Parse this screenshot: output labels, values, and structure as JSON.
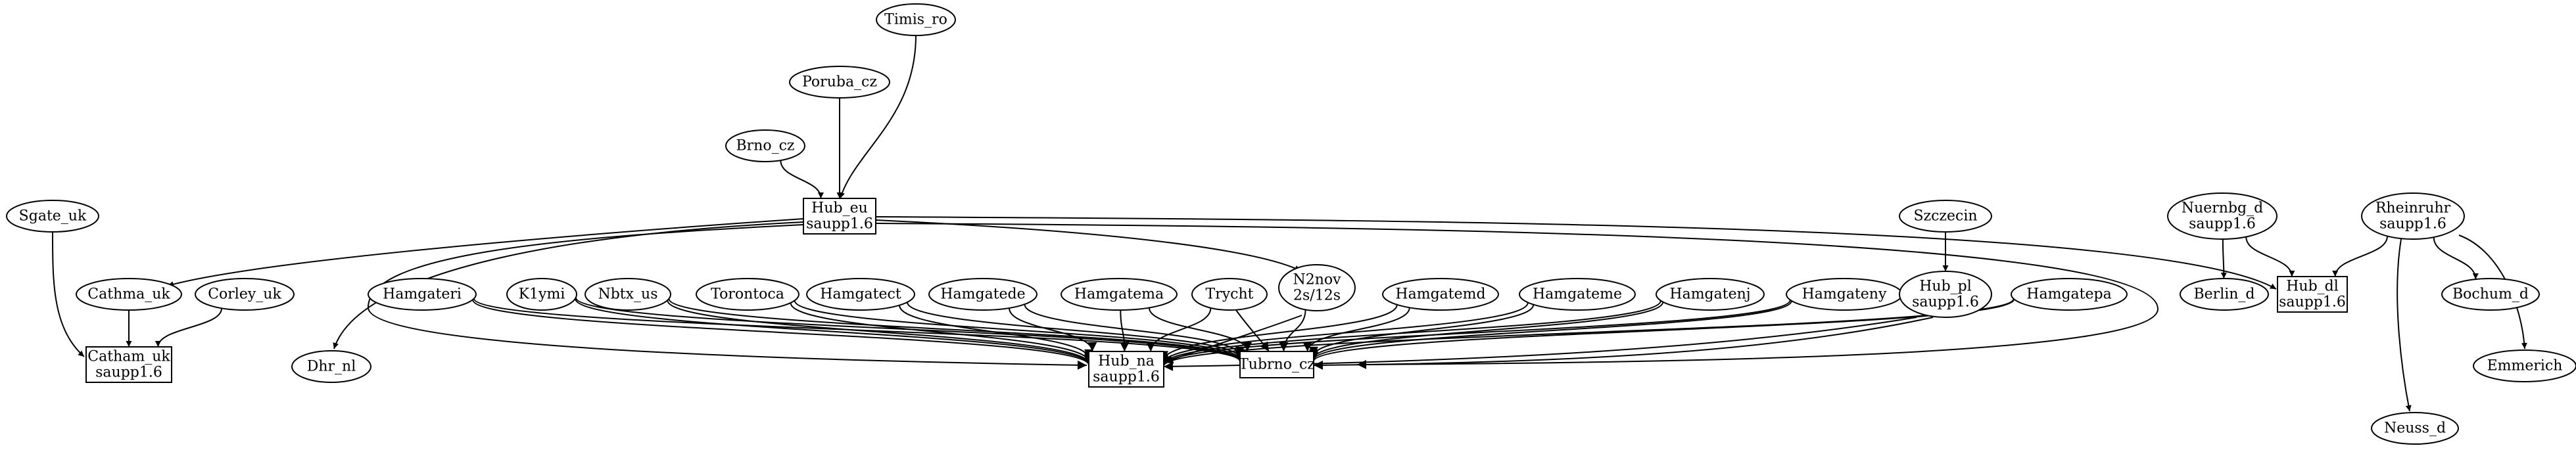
{
  "nodes": {
    "timis_ro": {
      "lines": [
        "Timis_ro"
      ],
      "shape": "ellipse"
    },
    "poruba_cz": {
      "lines": [
        "Poruba_cz"
      ],
      "shape": "ellipse"
    },
    "brno_cz": {
      "lines": [
        "Brno_cz"
      ],
      "shape": "ellipse"
    },
    "hub_eu": {
      "lines": [
        "Hub_eu",
        "saupp1.6"
      ],
      "shape": "box"
    },
    "sgate_uk": {
      "lines": [
        "Sgate_uk"
      ],
      "shape": "ellipse"
    },
    "cathma_uk": {
      "lines": [
        "Cathma_uk"
      ],
      "shape": "ellipse"
    },
    "corley_uk": {
      "lines": [
        "Corley_uk"
      ],
      "shape": "ellipse"
    },
    "catham_uk": {
      "lines": [
        "Catham_uk",
        "saupp1.6"
      ],
      "shape": "box"
    },
    "dhr_nl": {
      "lines": [
        "Dhr_nl"
      ],
      "shape": "ellipse"
    },
    "hamgateri": {
      "lines": [
        "Hamgateri"
      ],
      "shape": "ellipse"
    },
    "k1ymi": {
      "lines": [
        "K1ymi"
      ],
      "shape": "ellipse"
    },
    "nbtx_us": {
      "lines": [
        "Nbtx_us"
      ],
      "shape": "ellipse"
    },
    "torontoca": {
      "lines": [
        "Torontoca"
      ],
      "shape": "ellipse"
    },
    "hamgatect": {
      "lines": [
        "Hamgatect"
      ],
      "shape": "ellipse"
    },
    "hamgatede": {
      "lines": [
        "Hamgatede"
      ],
      "shape": "ellipse"
    },
    "hamgatema": {
      "lines": [
        "Hamgatema"
      ],
      "shape": "ellipse"
    },
    "trycht": {
      "lines": [
        "Trycht"
      ],
      "shape": "ellipse"
    },
    "n2nov": {
      "lines": [
        "N2nov",
        "2s/12s"
      ],
      "shape": "ellipse"
    },
    "hamgatemd": {
      "lines": [
        "Hamgatemd"
      ],
      "shape": "ellipse"
    },
    "hamgateme": {
      "lines": [
        "Hamgateme"
      ],
      "shape": "ellipse"
    },
    "hamgatenj": {
      "lines": [
        "Hamgatenj"
      ],
      "shape": "ellipse"
    },
    "hamgateny": {
      "lines": [
        "Hamgateny"
      ],
      "shape": "ellipse"
    },
    "szczecin": {
      "lines": [
        "Szczecin"
      ],
      "shape": "ellipse"
    },
    "hub_pl": {
      "lines": [
        "Hub_pl",
        "saupp1.6"
      ],
      "shape": "ellipse"
    },
    "hamgatepa": {
      "lines": [
        "Hamgatepa"
      ],
      "shape": "ellipse"
    },
    "hub_na": {
      "lines": [
        "Hub_na",
        "saupp1.6"
      ],
      "shape": "box"
    },
    "tubrno_cz": {
      "lines": [
        "Tubrno_cz"
      ],
      "shape": "box"
    },
    "nuernbg_d": {
      "lines": [
        "Nuernbg_d",
        "saupp1.6"
      ],
      "shape": "ellipse"
    },
    "berlin_d": {
      "lines": [
        "Berlin_d"
      ],
      "shape": "ellipse"
    },
    "hub_dl": {
      "lines": [
        "Hub_dl",
        "saupp1.6"
      ],
      "shape": "box"
    },
    "rheinruhr": {
      "lines": [
        "Rheinruhr",
        "saupp1.6"
      ],
      "shape": "ellipse"
    },
    "bochum_d": {
      "lines": [
        "Bochum_d"
      ],
      "shape": "ellipse"
    },
    "emmerich": {
      "lines": [
        "Emmerich"
      ],
      "shape": "ellipse"
    },
    "neuss_d": {
      "lines": [
        "Neuss_d"
      ],
      "shape": "ellipse"
    }
  },
  "edges": [
    {
      "from": "timis_ro",
      "to": "hub_eu"
    },
    {
      "from": "poruba_cz",
      "to": "hub_eu"
    },
    {
      "from": "brno_cz",
      "to": "hub_eu"
    },
    {
      "from": "hub_eu",
      "to": "cathma_uk"
    },
    {
      "from": "hub_eu",
      "to": "dhr_nl"
    },
    {
      "from": "hub_eu",
      "to": "n2nov"
    },
    {
      "from": "hub_eu",
      "to": "hub_na"
    },
    {
      "from": "hub_eu",
      "to": "tubrno_cz"
    },
    {
      "from": "hub_eu",
      "to": "hub_dl"
    },
    {
      "from": "sgate_uk",
      "to": "catham_uk"
    },
    {
      "from": "cathma_uk",
      "to": "catham_uk"
    },
    {
      "from": "corley_uk",
      "to": "catham_uk"
    },
    {
      "from": "hamgateri",
      "to": "hub_na"
    },
    {
      "from": "hamgateri",
      "to": "tubrno_cz"
    },
    {
      "from": "k1ymi",
      "to": "hub_na"
    },
    {
      "from": "k1ymi",
      "to": "tubrno_cz"
    },
    {
      "from": "nbtx_us",
      "to": "hub_na"
    },
    {
      "from": "nbtx_us",
      "to": "tubrno_cz"
    },
    {
      "from": "torontoca",
      "to": "hub_na"
    },
    {
      "from": "torontoca",
      "to": "tubrno_cz"
    },
    {
      "from": "hamgatect",
      "to": "hub_na"
    },
    {
      "from": "hamgatect",
      "to": "tubrno_cz"
    },
    {
      "from": "hamgatede",
      "to": "hub_na"
    },
    {
      "from": "hamgatede",
      "to": "tubrno_cz"
    },
    {
      "from": "hamgatema",
      "to": "hub_na"
    },
    {
      "from": "hamgatema",
      "to": "tubrno_cz"
    },
    {
      "from": "trycht",
      "to": "hub_na"
    },
    {
      "from": "trycht",
      "to": "tubrno_cz"
    },
    {
      "from": "n2nov",
      "to": "hub_na"
    },
    {
      "from": "n2nov",
      "to": "tubrno_cz"
    },
    {
      "from": "hamgatemd",
      "to": "hub_na"
    },
    {
      "from": "hamgatemd",
      "to": "tubrno_cz"
    },
    {
      "from": "hamgateme",
      "to": "hub_na"
    },
    {
      "from": "hamgateme",
      "to": "tubrno_cz"
    },
    {
      "from": "hamgatenj",
      "to": "hub_na"
    },
    {
      "from": "hamgatenj",
      "to": "tubrno_cz"
    },
    {
      "from": "hamgateny",
      "to": "hub_na"
    },
    {
      "from": "hamgateny",
      "to": "tubrno_cz"
    },
    {
      "from": "szczecin",
      "to": "hub_pl"
    },
    {
      "from": "hub_pl",
      "to": "hub_na"
    },
    {
      "from": "hub_pl",
      "to": "tubrno_cz"
    },
    {
      "from": "hamgatepa",
      "to": "hub_na"
    },
    {
      "from": "hamgatepa",
      "to": "tubrno_cz"
    },
    {
      "from": "nuernbg_d",
      "to": "berlin_d"
    },
    {
      "from": "nuernbg_d",
      "to": "hub_dl"
    },
    {
      "from": "rheinruhr",
      "to": "hub_dl"
    },
    {
      "from": "rheinruhr",
      "to": "bochum_d"
    },
    {
      "from": "rheinruhr",
      "to": "emmerich"
    },
    {
      "from": "rheinruhr",
      "to": "neuss_d"
    }
  ]
}
